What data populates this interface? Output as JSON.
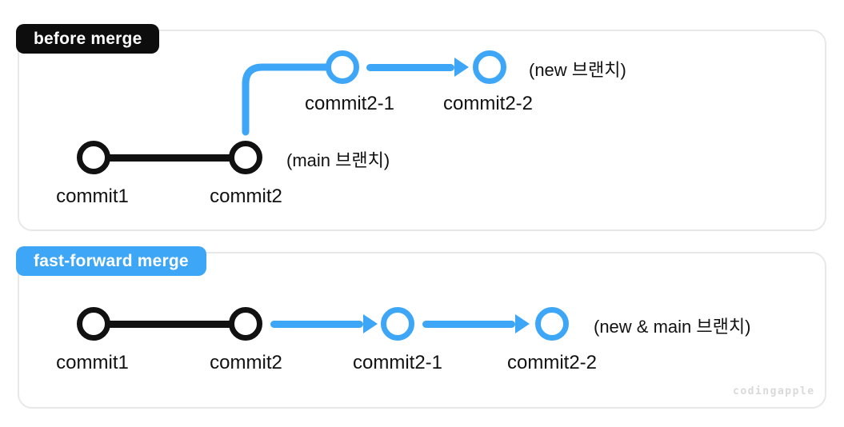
{
  "colors": {
    "accent_blue": "#3EA6F7",
    "node_black": "#111111",
    "panel_border": "#E8E8E8",
    "badge_black_bg": "#0D0D0D",
    "watermark_gray": "#D9D9D9"
  },
  "panel_before": {
    "badge": "before merge",
    "main_row": {
      "commit1": "commit1",
      "commit2": "commit2",
      "branch_label": "(main 브랜치)"
    },
    "branch_row": {
      "commit2_1": "commit2-1",
      "commit2_2": "commit2-2",
      "branch_label": "(new 브랜치)"
    }
  },
  "panel_ff": {
    "badge": "fast-forward merge",
    "commit1": "commit1",
    "commit2": "commit2",
    "commit2_1": "commit2-1",
    "commit2_2": "commit2-2",
    "branch_label": "(new & main 브랜치)",
    "watermark": "codingapple"
  }
}
